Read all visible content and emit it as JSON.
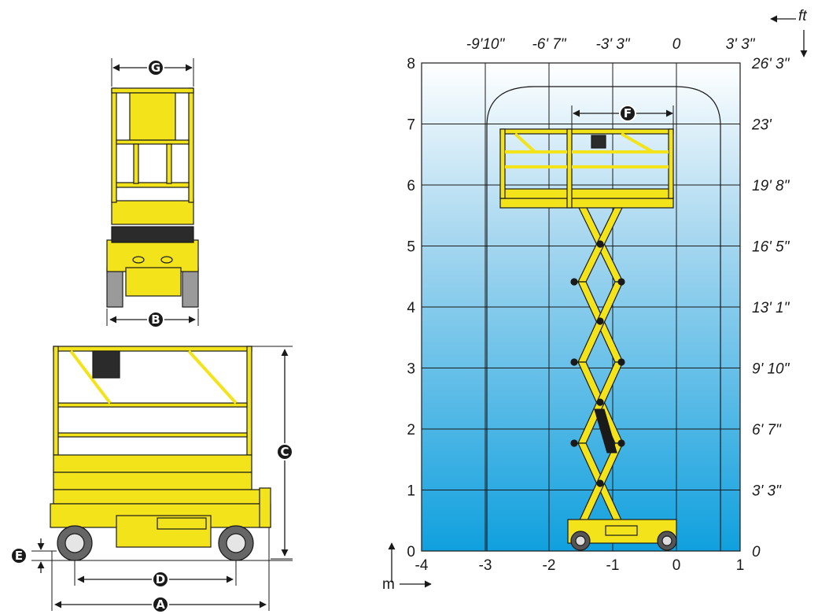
{
  "colors": {
    "machine_yellow": "#f2e31b",
    "machine_dark": "#2b2b2b",
    "gradient_top": "#ffffff",
    "gradient_bottom": "#1aa0dc",
    "grid": "#1a1a1a",
    "badge": "#1a1a1a"
  },
  "dimension_badges": {
    "A": "A",
    "B": "B",
    "C": "C",
    "D": "D",
    "E": "E",
    "F": "F",
    "G": "G"
  },
  "units": {
    "meters": "m",
    "feet": "ft"
  },
  "chart_data": {
    "type": "diagram-grid",
    "x_meters": {
      "range": [
        -4,
        1
      ],
      "ticks": [
        "-4",
        "-3",
        "-2",
        "-1",
        "0",
        "1"
      ]
    },
    "y_meters": {
      "range": [
        0,
        8
      ],
      "ticks": [
        "0",
        "1",
        "2",
        "3",
        "4",
        "5",
        "6",
        "7",
        "8"
      ]
    },
    "x_feet_ticks": [
      "-9'10\"",
      "-6' 7\"",
      "-3' 3\"",
      "0",
      "3' 3\""
    ],
    "y_feet_ticks": [
      "0",
      "3' 3\"",
      "6' 7\"",
      "9' 10\"",
      "13' 1\"",
      "16' 5\"",
      "19' 8\"",
      "23'",
      "26' 3\""
    ],
    "grid": true
  }
}
